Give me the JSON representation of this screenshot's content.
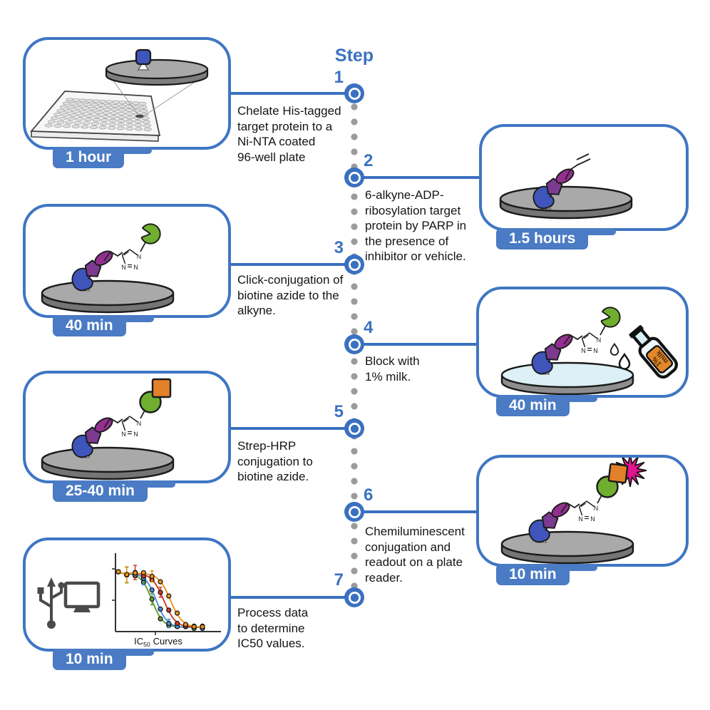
{
  "timeline": {
    "header": "Step"
  },
  "steps": [
    {
      "num": "1",
      "desc": "Chelate His-tagged\ntarget protein to a\nNi-NTA coated\n96-well plate",
      "time": "1 hour",
      "side": "left"
    },
    {
      "num": "2",
      "desc": "6-alkyne-ADP-\nribosylation target\nprotein by PARP in\nthe presence of\ninhibitor or vehicle.",
      "time": "1.5 hours",
      "side": "right"
    },
    {
      "num": "3",
      "desc": "Click-conjugation of\nbiotine azide to the\nalkyne.",
      "time": "40 min",
      "side": "left"
    },
    {
      "num": "4",
      "desc": "Block with\n1% milk.",
      "time": "40 min",
      "side": "right"
    },
    {
      "num": "5",
      "desc": "Strep-HRP\nconjugation to\nbiotine azide.",
      "time": "25-40 min",
      "side": "left"
    },
    {
      "num": "6",
      "desc": "Chemiluminescent\nconjugation and\nreadout on a plate\nreader.",
      "time": "10 min",
      "side": "right"
    },
    {
      "num": "7",
      "desc": "Process data\nto determine\nIC50 values.",
      "time": "10 min",
      "side": "left"
    }
  ],
  "molecule": {
    "n_label": "N"
  },
  "milk_bottle": {
    "line1": "1%",
    "line2": "milk"
  },
  "ic50_label": {
    "prefix": "IC",
    "sub": "50",
    "suffix": "Curves"
  },
  "chart_data": {
    "type": "line",
    "title": "IC50 Curves",
    "description": "Four sigmoidal dose-response (IC50) curves with error bars and circular markers; axes have no visible tick labels",
    "x_axis": {
      "label": "IC50 Curves",
      "tick_labels_visible": false
    },
    "y_axis": {
      "tick_labels_visible": false
    },
    "series": [
      {
        "name": "curve-green",
        "color": "#5f9c31",
        "midpoint": 0.4,
        "slope": 0.065
      },
      {
        "name": "curve-blue",
        "color": "#4f8fd6",
        "midpoint": 0.45,
        "slope": 0.065
      },
      {
        "name": "curve-red",
        "color": "#cf3a27",
        "midpoint": 0.54,
        "slope": 0.07
      },
      {
        "name": "curve-orange",
        "color": "#e8951e",
        "midpoint": 0.62,
        "slope": 0.07
      }
    ]
  },
  "colors": {
    "accent_blue": "#3b72c1",
    "panel_border": "#3f76c3",
    "badge": "#4a7bc4",
    "dots": "#9b9b9b",
    "protein_blue": "#3f55bb",
    "adp_purple": "#8c3591",
    "streptavidin_green": "#6fae2f",
    "hrp_orange": "#e2812a",
    "chemiluminescence_magenta": "#e3148f",
    "disc_grey": "#a9a9a9",
    "milk_blue": "#dcf0f5"
  }
}
